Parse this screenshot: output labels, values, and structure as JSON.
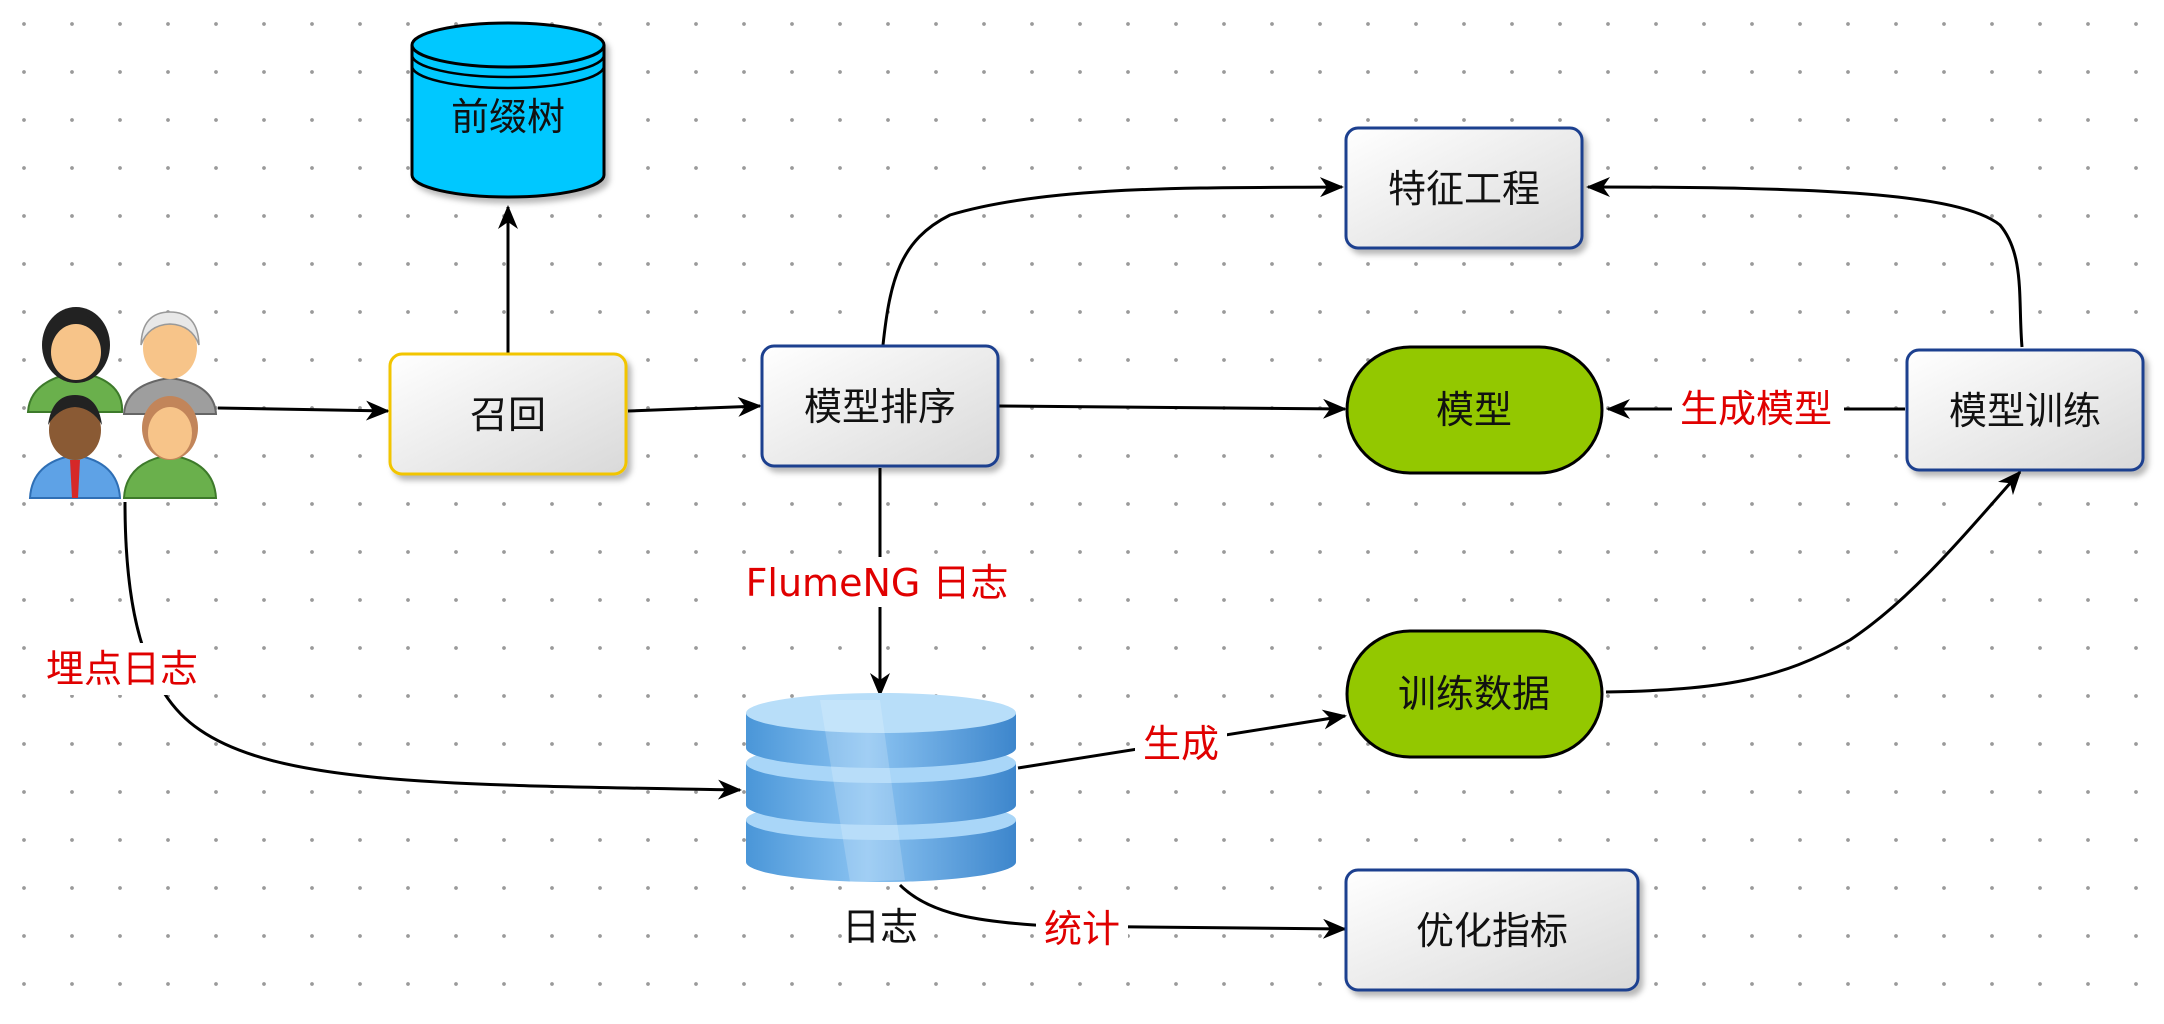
{
  "nodes": {
    "prefix_tree": "前缀树",
    "recall": "召回",
    "model_ranking": "模型排序",
    "feature_engineering": "特征工程",
    "model": "模型",
    "model_training": "模型训练",
    "training_data": "训练数据",
    "optimization_metrics": "优化指标",
    "log_store": "日志"
  },
  "edge_labels": {
    "flumeng_log": "FlumeNG 日志",
    "tracking_log": "埋点日志",
    "generate": "生成",
    "generate_model": "生成模型",
    "statistics": "统计"
  },
  "colors": {
    "edge_label": "#e00000",
    "yellow_border": "#f2c500",
    "blue_border": "#1d3f8f",
    "green_fill": "#93c800",
    "cyan_fill": "#00c8ff"
  },
  "icons": {
    "users": "users-group-icon",
    "log_store": "database-icon",
    "prefix_tree": "database-cylinder-icon"
  }
}
